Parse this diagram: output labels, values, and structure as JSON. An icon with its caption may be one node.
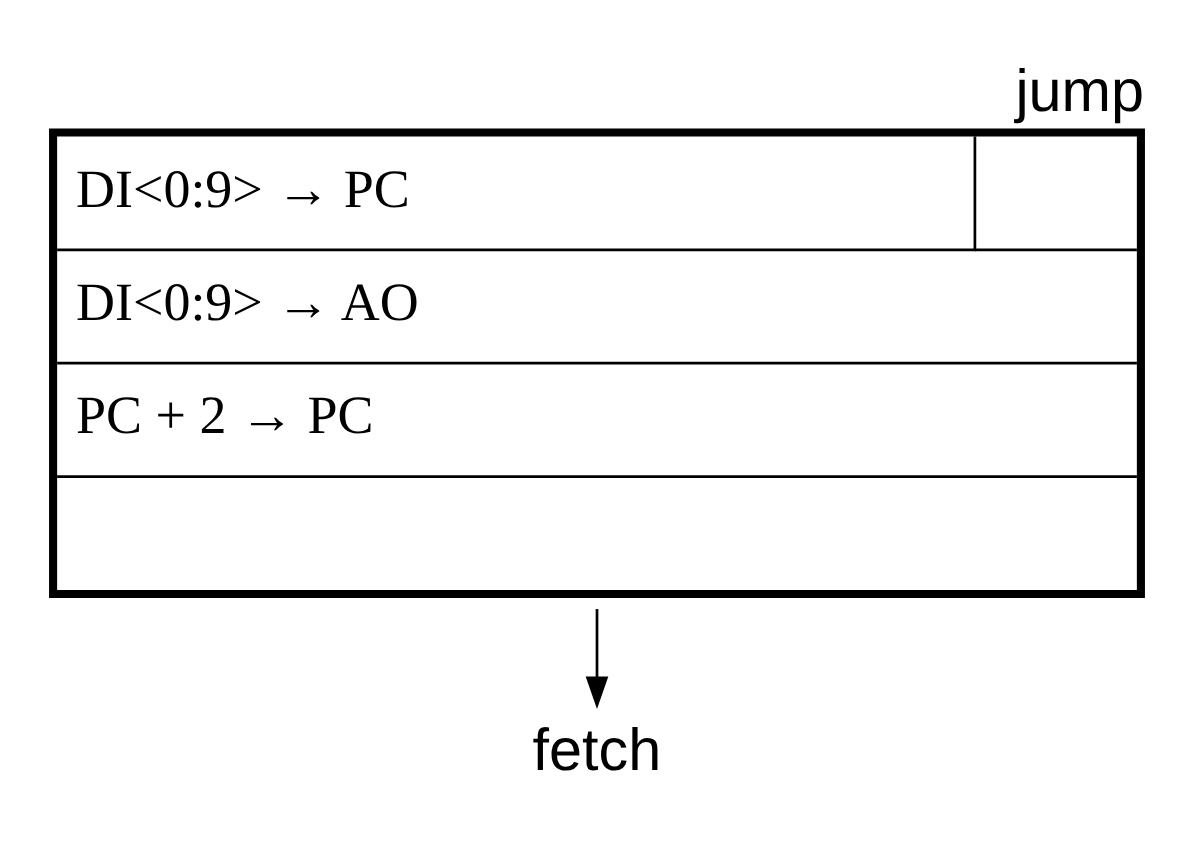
{
  "diagram": {
    "nodes": [
      {
        "text": [
          "jump",
          "DI<0:9> → PC",
          "DI<0:9> → AO",
          "PC + 2 → PC"
        ]
      },
      {
        "text": [
          "fetch"
        ]
      }
    ],
    "edges": [
      {
        "from": 0,
        "to": 1,
        "arrow": "to"
      }
    ]
  }
}
